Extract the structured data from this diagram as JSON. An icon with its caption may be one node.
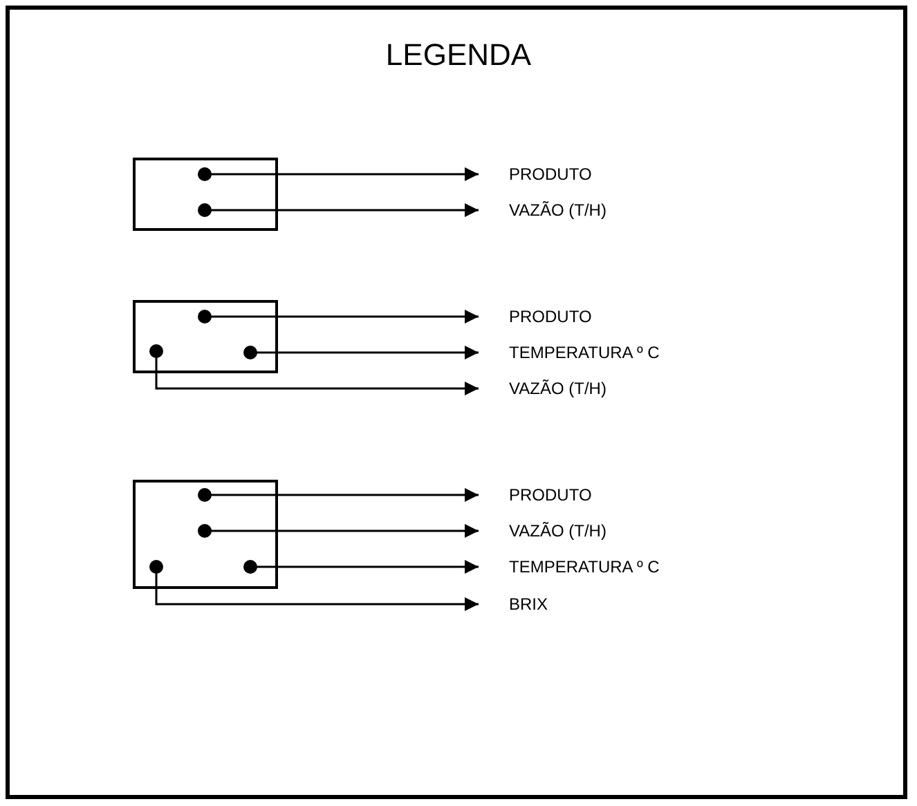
{
  "diagram": {
    "title": "LEGENDA",
    "nodes": [
      {
        "text": [],
        "shape": "box"
      },
      {
        "text": [
          "PRODUTO"
        ]
      },
      {
        "text": [
          "VAZÃO (T/H)"
        ]
      },
      {
        "text": [],
        "shape": "box"
      },
      {
        "text": [
          "PRODUTO"
        ]
      },
      {
        "text": [
          "TEMPERATURA º C"
        ]
      },
      {
        "text": [
          "VAZÃO (T/H)"
        ]
      },
      {
        "text": [],
        "shape": "box"
      },
      {
        "text": [
          "PRODUTO"
        ]
      },
      {
        "text": [
          "VAZÃO (T/H)"
        ]
      },
      {
        "text": [
          "TEMPERATURA º C"
        ]
      },
      {
        "text": [
          "BRIX"
        ]
      }
    ],
    "edges": [
      {
        "from": 0,
        "to": 1,
        "arrow": "to"
      },
      {
        "from": 0,
        "to": 2,
        "arrow": "to"
      },
      {
        "from": 3,
        "to": 4,
        "arrow": "to"
      },
      {
        "from": 3,
        "to": 5,
        "arrow": "to"
      },
      {
        "from": 3,
        "to": 6,
        "arrow": "to"
      },
      {
        "from": 7,
        "to": 8,
        "arrow": "to"
      },
      {
        "from": 7,
        "to": 9,
        "arrow": "to"
      },
      {
        "from": 7,
        "to": 10,
        "arrow": "to"
      },
      {
        "from": 7,
        "to": 11,
        "arrow": "to"
      }
    ]
  }
}
